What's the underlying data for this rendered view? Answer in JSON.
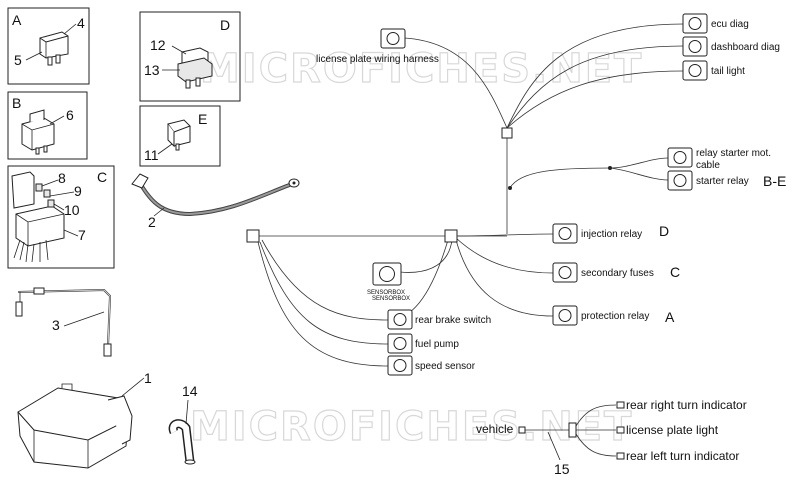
{
  "watermark": "MICROFICHES.NET",
  "insets": {
    "a": {
      "letter": "A",
      "numbers": [
        "4",
        "5"
      ]
    },
    "b": {
      "letter": "B",
      "numbers": [
        "6"
      ]
    },
    "c": {
      "letter": "C",
      "numbers": [
        "8",
        "9",
        "10",
        "7"
      ]
    },
    "d": {
      "letter": "D",
      "numbers": [
        "12",
        "13"
      ]
    },
    "e": {
      "letter": "E",
      "numbers": [
        "11"
      ]
    }
  },
  "parts": {
    "cable_number": "2",
    "harness_number": "3",
    "ecu_number": "1",
    "pipe_number": "14",
    "turn_harness_number": "15"
  },
  "schematic": {
    "license_plate_wiring_harness": "license plate wiring harness",
    "ecu_diag": "ecu diag",
    "dashboard_diag": "dashboard diag",
    "tail_light": "tail light",
    "relay_starter_mot_cable_line1": "relay starter mot.",
    "relay_starter_mot_cable_line2": "cable",
    "starter_relay": "starter relay",
    "starter_relay_ref": "B-E",
    "injection_relay": "injection relay",
    "injection_relay_ref": "D",
    "secondary_fuses": "secondary fuses",
    "secondary_fuses_ref": "C",
    "protection_relay": "protection relay",
    "protection_relay_ref": "A",
    "sensorbox_line1": "SENSORBOX",
    "sensorbox_line2": "SENSORBOX",
    "rear_brake_switch": "rear brake switch",
    "fuel_pump": "fuel pump",
    "speed_sensor": "speed sensor"
  },
  "turn_harness": {
    "vehicle": "vehicle",
    "rear_right": "rear right turn indicator",
    "license_light": "license plate light",
    "rear_left": "rear left turn indicator"
  }
}
